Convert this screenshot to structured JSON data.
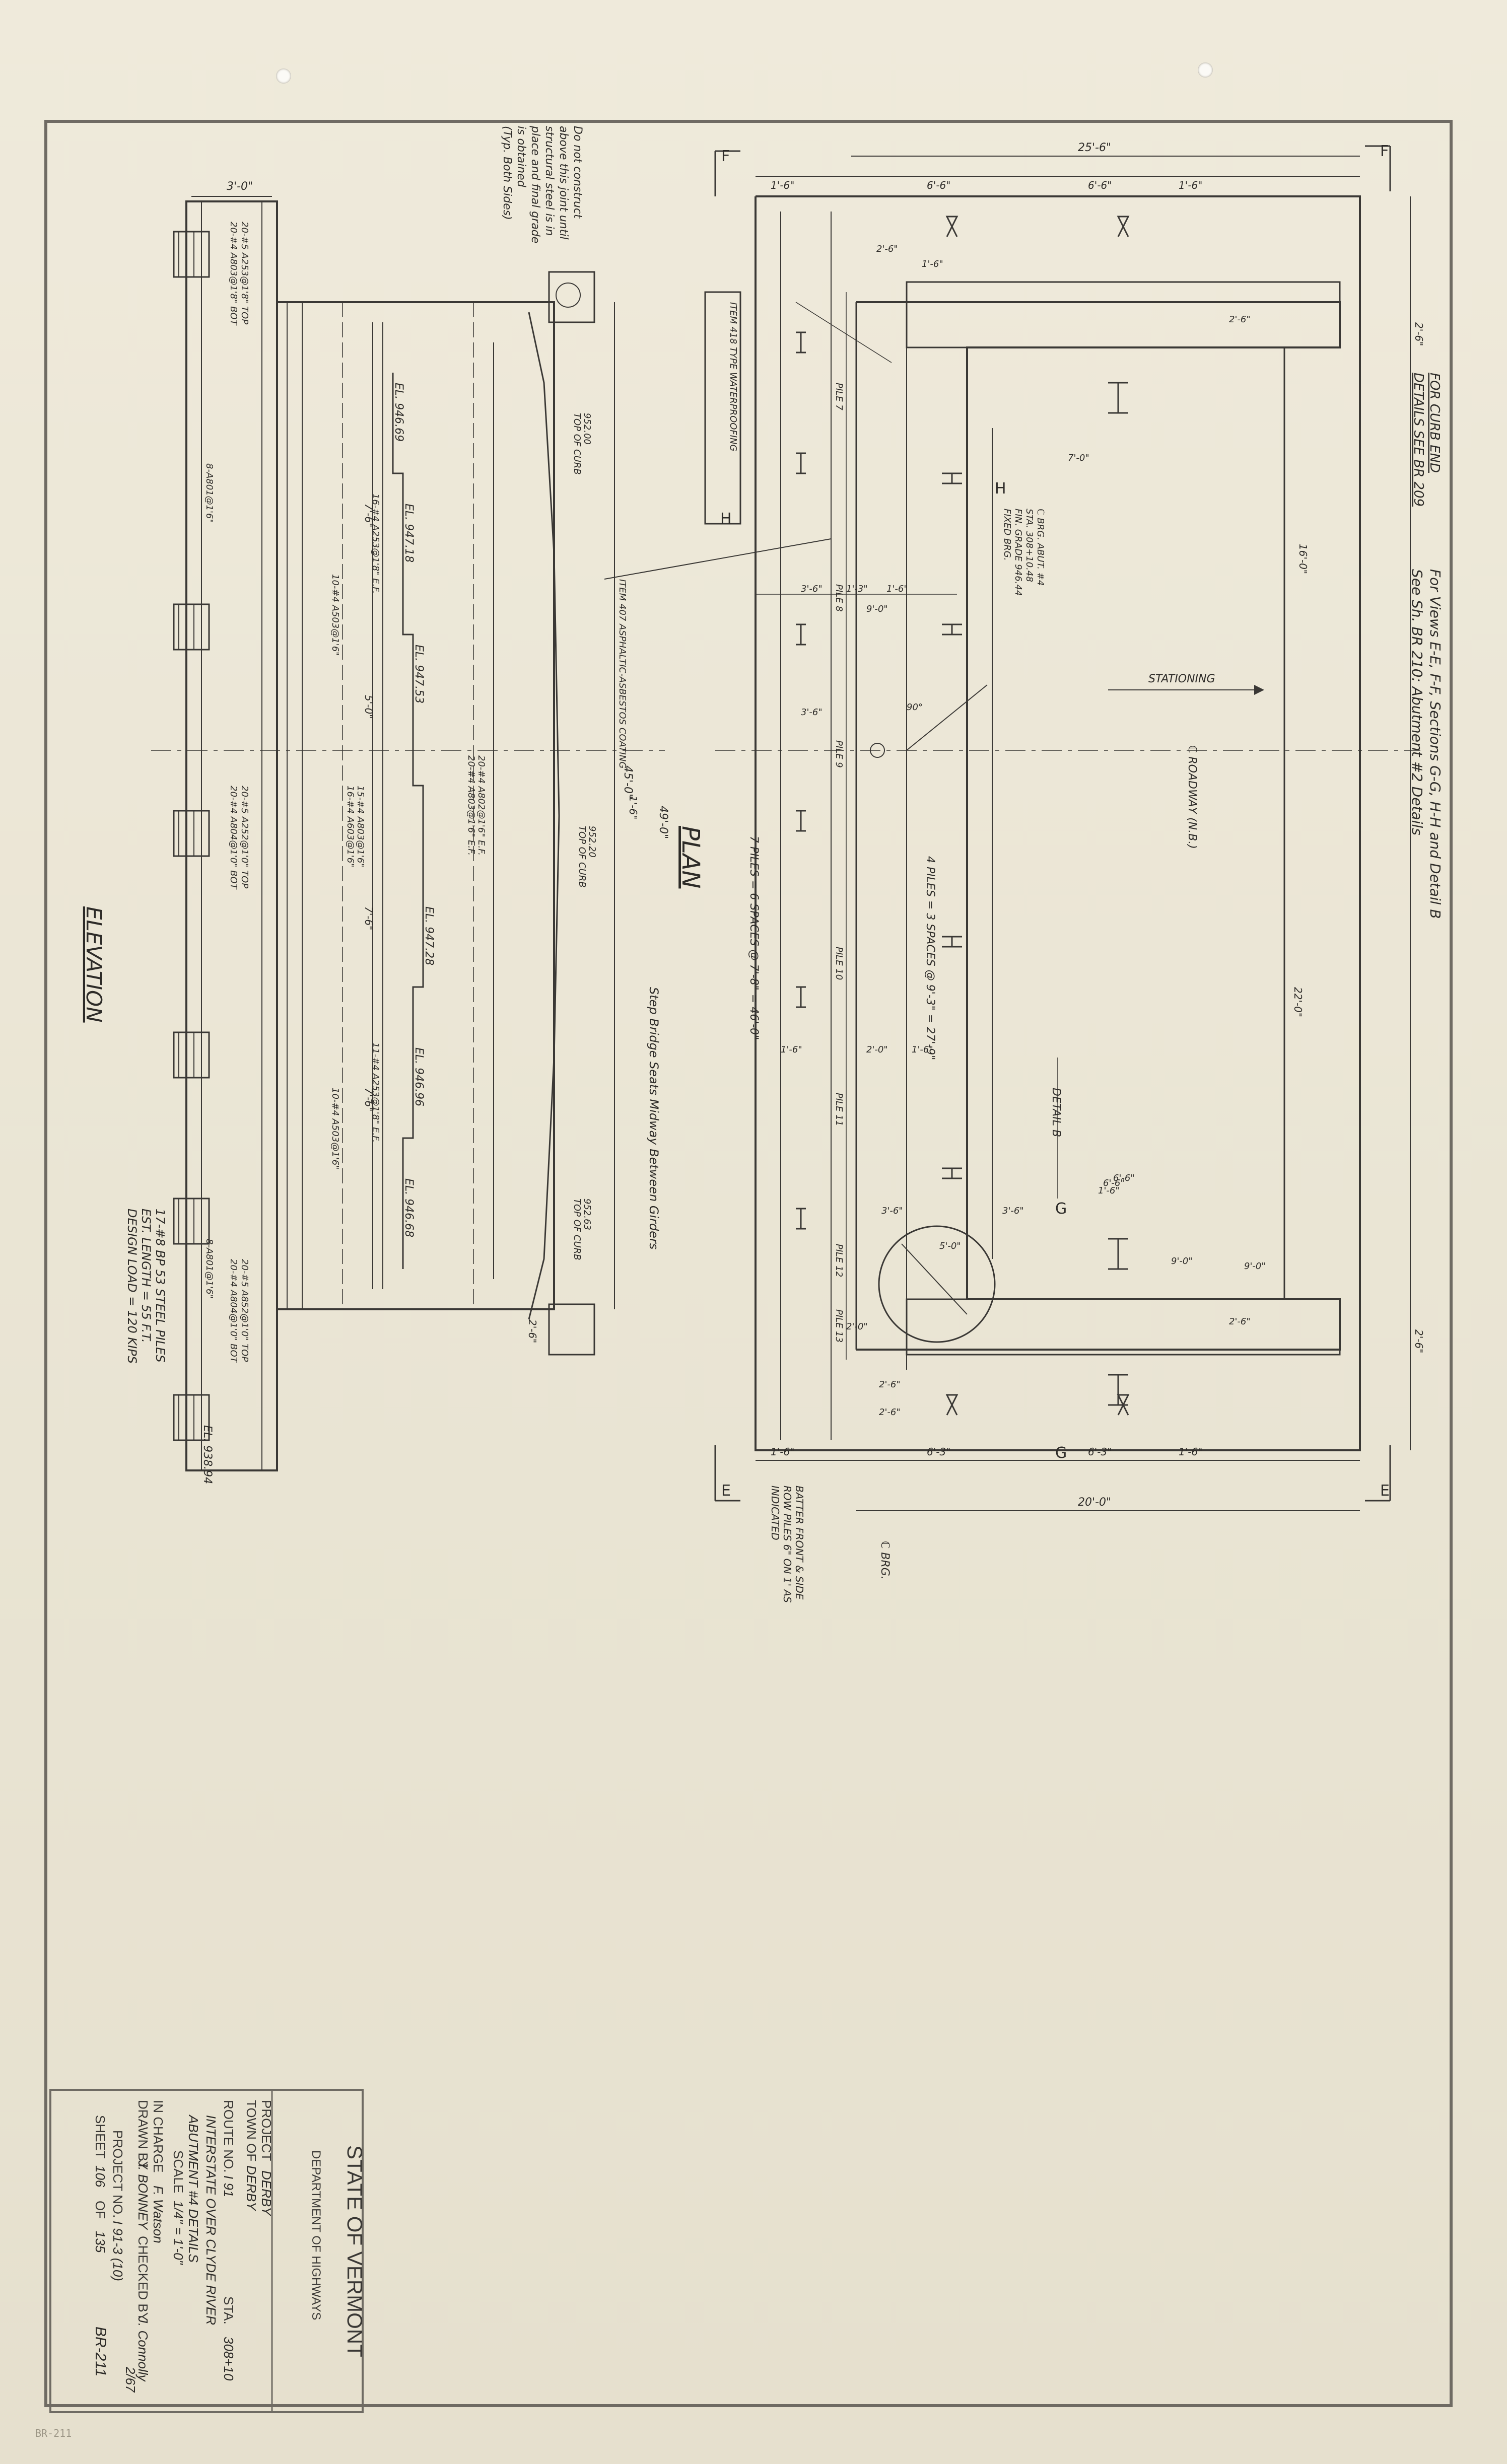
{
  "title_block": {
    "state": "STATE OF VERMONT",
    "department": "DEPARTMENT OF HIGHWAYS",
    "project_label": "PROJECT",
    "project_name": "DERBY",
    "town_label": "TOWN OF",
    "town_name": "DERBY",
    "route_label": "ROUTE NO.",
    "route_no": "I 91",
    "sta_label": "STA.",
    "sta_value": "308+10",
    "bridge_title": "INTERSTATE OVER CLYDE RIVER",
    "sheet_title": "ABUTMENT #4 DETAILS",
    "scale_label": "SCALE",
    "scale_value": "1/4\" = 1'-0\"",
    "in_charge_label": "IN CHARGE",
    "in_charge_name": "F. Watson",
    "drawn_label": "DRAWN BY",
    "drawn_name": "J. BONNEY",
    "checked_label": "CHECKED BY",
    "checked_name": "J. Connolly",
    "date": "2/67",
    "project_no_label": "PROJECT NO.",
    "project_no": "I 91-3 (10)",
    "sheet_label": "SHEET",
    "sheet_no": "106",
    "sheet_of": "OF",
    "sheet_total": "135",
    "drawing_no": "BR-211"
  },
  "elevation": {
    "title": "ELEVATION",
    "note_construct": [
      "Do not construct",
      "above this joint until",
      "structural steel is in",
      "place and final grade",
      "is obtained",
      "(Typ. Both Sides)"
    ],
    "piles": [
      "17-#8 BP 53 STEEL PILES",
      "EST. LENGTH = 55 F.T.",
      "DESIGN LOAD = 120 KIPS"
    ],
    "el_bottom": "EL. 938.94",
    "elevations": [
      "EL. 946.69",
      "EL. 947.18",
      "EL. 947.53",
      "EL. 947.28",
      "EL. 946.96",
      "EL. 946.68"
    ],
    "rebars": [
      "20-#5 A253@1'8\" TOP",
      "20-#4 A803@1'8\" BOT",
      "16-#4 A253@1'8\" E.F.",
      "10-#4 A503@1'6\"",
      "16-#4 A603@1'6\"",
      "15-#4 A803@1'6\"",
      "20-#5 A252@1'0\" TOP",
      "20-#4 A804@1'0\" BOT",
      "11-#4 A253@1'8\" E.F.",
      "10-#4 A503@1'6\"",
      "20-#5 A852@1'0\" TOP",
      "20-#4 A804@1'0\" BOT",
      "20-#4 A803@1'6\" E.F.",
      "20-#4 A802@1'6\" E.F."
    ],
    "marks": [
      "8-A801@1'6\"",
      "8-A801@1'6\""
    ],
    "dims": [
      "3'-0\"",
      "7'-6\"",
      "5'-0\"",
      "7'-6\"",
      "7'-6\"",
      "2'-6\"",
      "1'-6\""
    ],
    "grade_notes": [
      "952.00",
      "TOP OF CURB",
      "952.20",
      "TOP OF CURB",
      "952.63",
      "TOP OF CURB"
    ]
  },
  "plan": {
    "title": "PLAN",
    "overall_top": "25'-6\"",
    "overall_bottom": "20'-0\"",
    "overall_length": "49'-0\"",
    "width_at_cl": "45'-0\"",
    "top_dims": [
      "1'-6\"",
      "6'-6\"",
      "6'-6\"",
      "1'-6\""
    ],
    "bottom_dims": [
      "1'-6\"",
      "6'-3\"",
      "6'-3\"",
      "1'-6\""
    ],
    "right_dims": [
      "2'-6\"",
      "16'-0\"",
      "2'-6\"",
      "22'-0\""
    ],
    "piles_note": "7 PILES = 6 SPACES @ 7'-8\" = 46'-0\"",
    "piles_note2": "4 PILES = 3 SPACES @ 9'-3\" = 27'-9\"",
    "pile_ids": [
      "PILE 7",
      "PILE 8",
      "PILE 9",
      "PILE 10",
      "PILE 11",
      "PILE 12",
      "PILE 13"
    ],
    "bearing_note": [
      "ℂ BRG. ABUT. #4",
      "STA. 308+10.48",
      "FIN. GRADE 946.44",
      "FIXED BRG."
    ],
    "roadway": "ℂ ROADWAY (N.B.)",
    "stationing": "STATIONING",
    "detail_b": "DETAIL B",
    "waterproofing": "ITEM 418 TYPE WATERPROOFING",
    "asphalt": "ITEM 407 ASPHALTIC-ASBESTOS COATING",
    "batter": [
      "BATTER FRONT & SIDE",
      "ROW PILES 6\" ON 1' AS",
      "INDICATED"
    ],
    "cl_brg": "ℂ BRG.",
    "step_note": "Step Bridge Seats Midway Between Girders",
    "curb_note": [
      "FOR CURB END",
      "DETAILS SEE BR 209"
    ],
    "views_note": [
      "For Views E-E, F-F, Sections G-G, H-H and Detail B",
      "See Sh. BR 210: Abutment #2 Details"
    ],
    "section_marks": [
      "F",
      "F",
      "E",
      "E",
      "G",
      "G",
      "H",
      "H"
    ],
    "misc_dims": [
      "2'-6\"",
      "1'-6\"",
      "7'-0\"",
      "3'-6\"",
      "1'-3\"",
      "1'-6\"",
      "9'-0\"",
      "6'-6\"",
      "3'-6\"",
      "9'-0\"",
      "5'-0\"",
      "2'-6\"",
      "2'-6\"",
      "3'-6\"",
      "1'-6\"",
      "2'-0\"",
      "1'-6\"",
      "3'-6\"",
      "9'-0\"",
      "1'-6\"",
      "90°",
      "2'-6\"",
      "2'-6\"",
      "6'-6\"",
      "2'-0\""
    ]
  },
  "footer": "BR-211"
}
